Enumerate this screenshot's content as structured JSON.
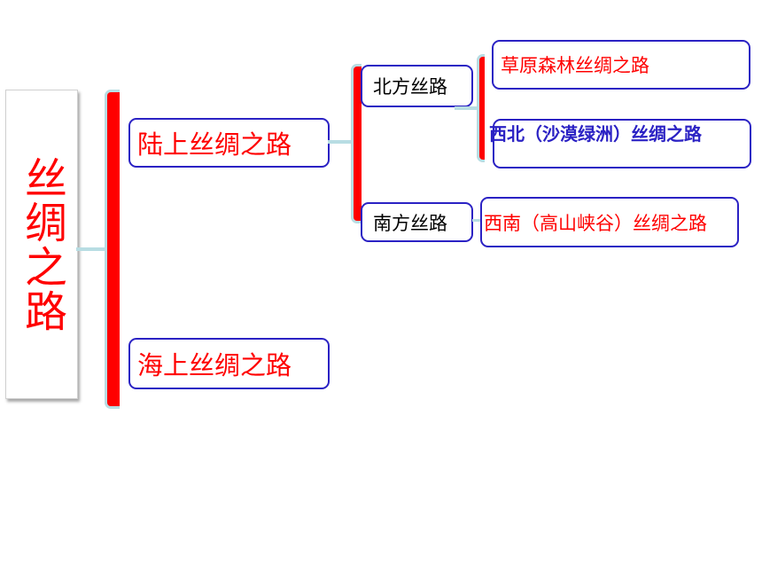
{
  "colors": {
    "accent_red": "#ff0000",
    "node_border": "#2b22c4",
    "connector": "#b8dde3",
    "bold_text": "#2b22c4"
  },
  "root": {
    "label": "丝绸之路"
  },
  "land": {
    "label": "陆上丝绸之路",
    "north": {
      "label": "北方丝路",
      "routes": [
        "草原森林丝绸之路",
        "西北（沙漠绿洲）丝绸之路"
      ]
    },
    "south": {
      "label": "南方丝路",
      "routes": [
        "西南（高山峡谷）丝绸之路"
      ]
    }
  },
  "sea": {
    "label": "海上丝绸之路"
  }
}
